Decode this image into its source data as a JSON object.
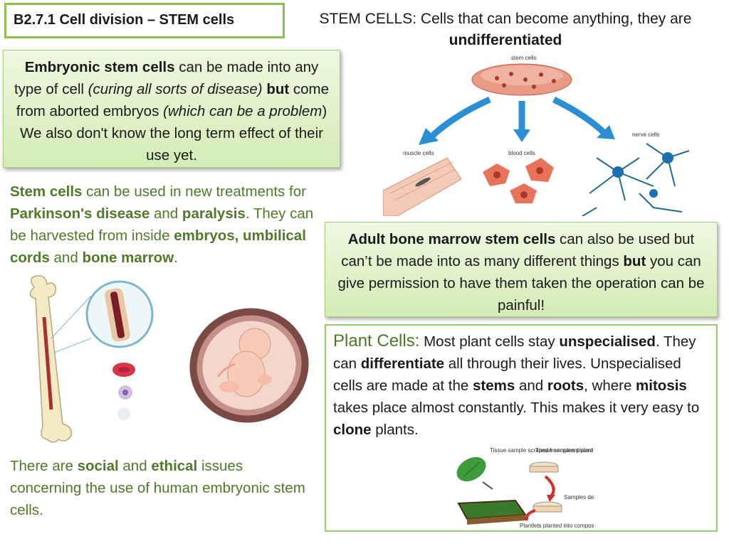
{
  "title": "B2.7.1 Cell division – STEM cells",
  "header": {
    "definition_pre": "STEM CELLS: Cells that can become anything, they are",
    "definition_bold": "undifferentiated"
  },
  "embryonic_box": {
    "t1": "Embryonic stem cells",
    "t2": " can  be made into any type of cell ",
    "t3": "(curing all sorts of disease)",
    "t4": " but",
    "t5": " come from aborted embryos ",
    "t6": "(which can be a problem",
    "t7": ") We also don't know the long term effect of their use yet."
  },
  "stem_para": {
    "t1": "Stem cells",
    "t2": " can be used in new treatments for ",
    "t3": "Parkinson's disease",
    "t4": " and ",
    "t5": "paralysis",
    "t6": ". They can be harvested from inside ",
    "t7": "embryos, umbilical cords",
    "t8": " and ",
    "t9": "bone marrow",
    "t10": "."
  },
  "adult_box": {
    "t1": "Adult bone marrow stem cells",
    "t2": " can also be used but can’t be made into as many different things ",
    "t3": "but",
    "t4": " you can give permission to have them taken the operation can be painful!"
  },
  "plant_box": {
    "heading": "Plant Cells:",
    "t1": " Most plant cells stay ",
    "t2": "unspecialised",
    "t3": ". They can ",
    "t4": "differentiate",
    "t5": " all through their lives. Unspecialised cells are made at the ",
    "t6": "stems",
    "t7": " and ",
    "t8": "roots",
    "t9": ", where ",
    "t10": "mitosis",
    "t11": " takes place almost constantly. This makes it very easy to ",
    "t12": "clone",
    "t13": " plants."
  },
  "ethics_para": {
    "t1": "There are ",
    "t2": "social",
    "t3": " and ",
    "t4": "ethical",
    "t5": " issues concerning the use of human embryonic stem cells."
  },
  "stem_diagram": {
    "stem_label": "stem cells",
    "muscle_label": "muscle cells",
    "blood_label": "blood cells",
    "nerve_label": "nerve cells"
  },
  "plant_diagram": {
    "label1": "Tissue sample scraped from parent plant",
    "label2": "Tissue samples placed in Agar growth medium containing nutrients and auxins",
    "label3": "Samples develop into tiny plantlets",
    "label4": "Plantlets planted into compost"
  },
  "colors": {
    "accent_green": "#8cc152",
    "text_green": "#4f7a28",
    "box_fill": "#dcefc4",
    "arrow_blue": "#2c8fd6",
    "cell_pink": "#e8735a"
  }
}
